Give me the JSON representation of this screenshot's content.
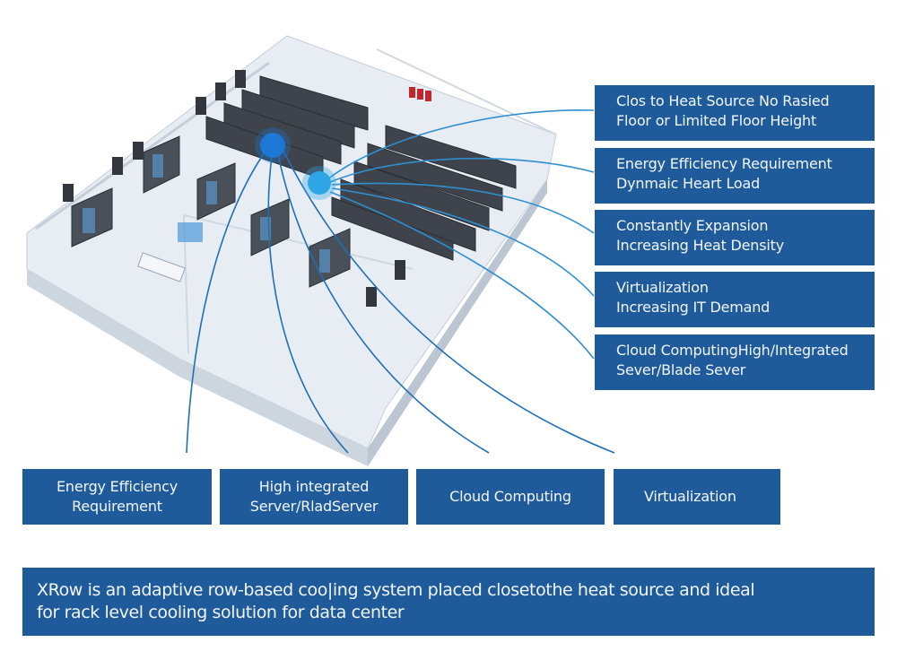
{
  "diagram": {
    "subject": "data-center-floor-plan",
    "hub_colors": {
      "left_hub": "#1c78d4",
      "right_hub": "#2ea5e6",
      "line": "#1f6fb5",
      "box": "#1f5a9a",
      "box_text": "#f2f6fb"
    }
  },
  "right_callouts": [
    {
      "lines": [
        "Clos to Heat Source No Rasied",
        "Floor or Limited Floor Height"
      ]
    },
    {
      "lines": [
        "Energy Efficiency Requirement",
        "Dynmaic Heart Load"
      ]
    },
    {
      "lines": [
        "Constantly Expansion",
        "Increasing Heat Density"
      ]
    },
    {
      "lines": [
        "Virtualization",
        "Increasing IT Demand"
      ]
    },
    {
      "lines": [
        "Cloud ComputingHigh/Integrated",
        "Sever/Blade Sever"
      ]
    }
  ],
  "bottom_callouts": [
    {
      "lines": [
        "Energy Efficiency",
        "Requirement"
      ]
    },
    {
      "lines": [
        "High integrated",
        "Server/RladServer"
      ]
    },
    {
      "lines": [
        "Cloud Computing"
      ]
    },
    {
      "lines": [
        "Virtualization"
      ]
    }
  ],
  "summary": {
    "lines": [
      "XRow is an adaptive row-based coo|ing system placed closetothe heat source and ideal",
      "for rack level cooling solution for data center"
    ]
  }
}
